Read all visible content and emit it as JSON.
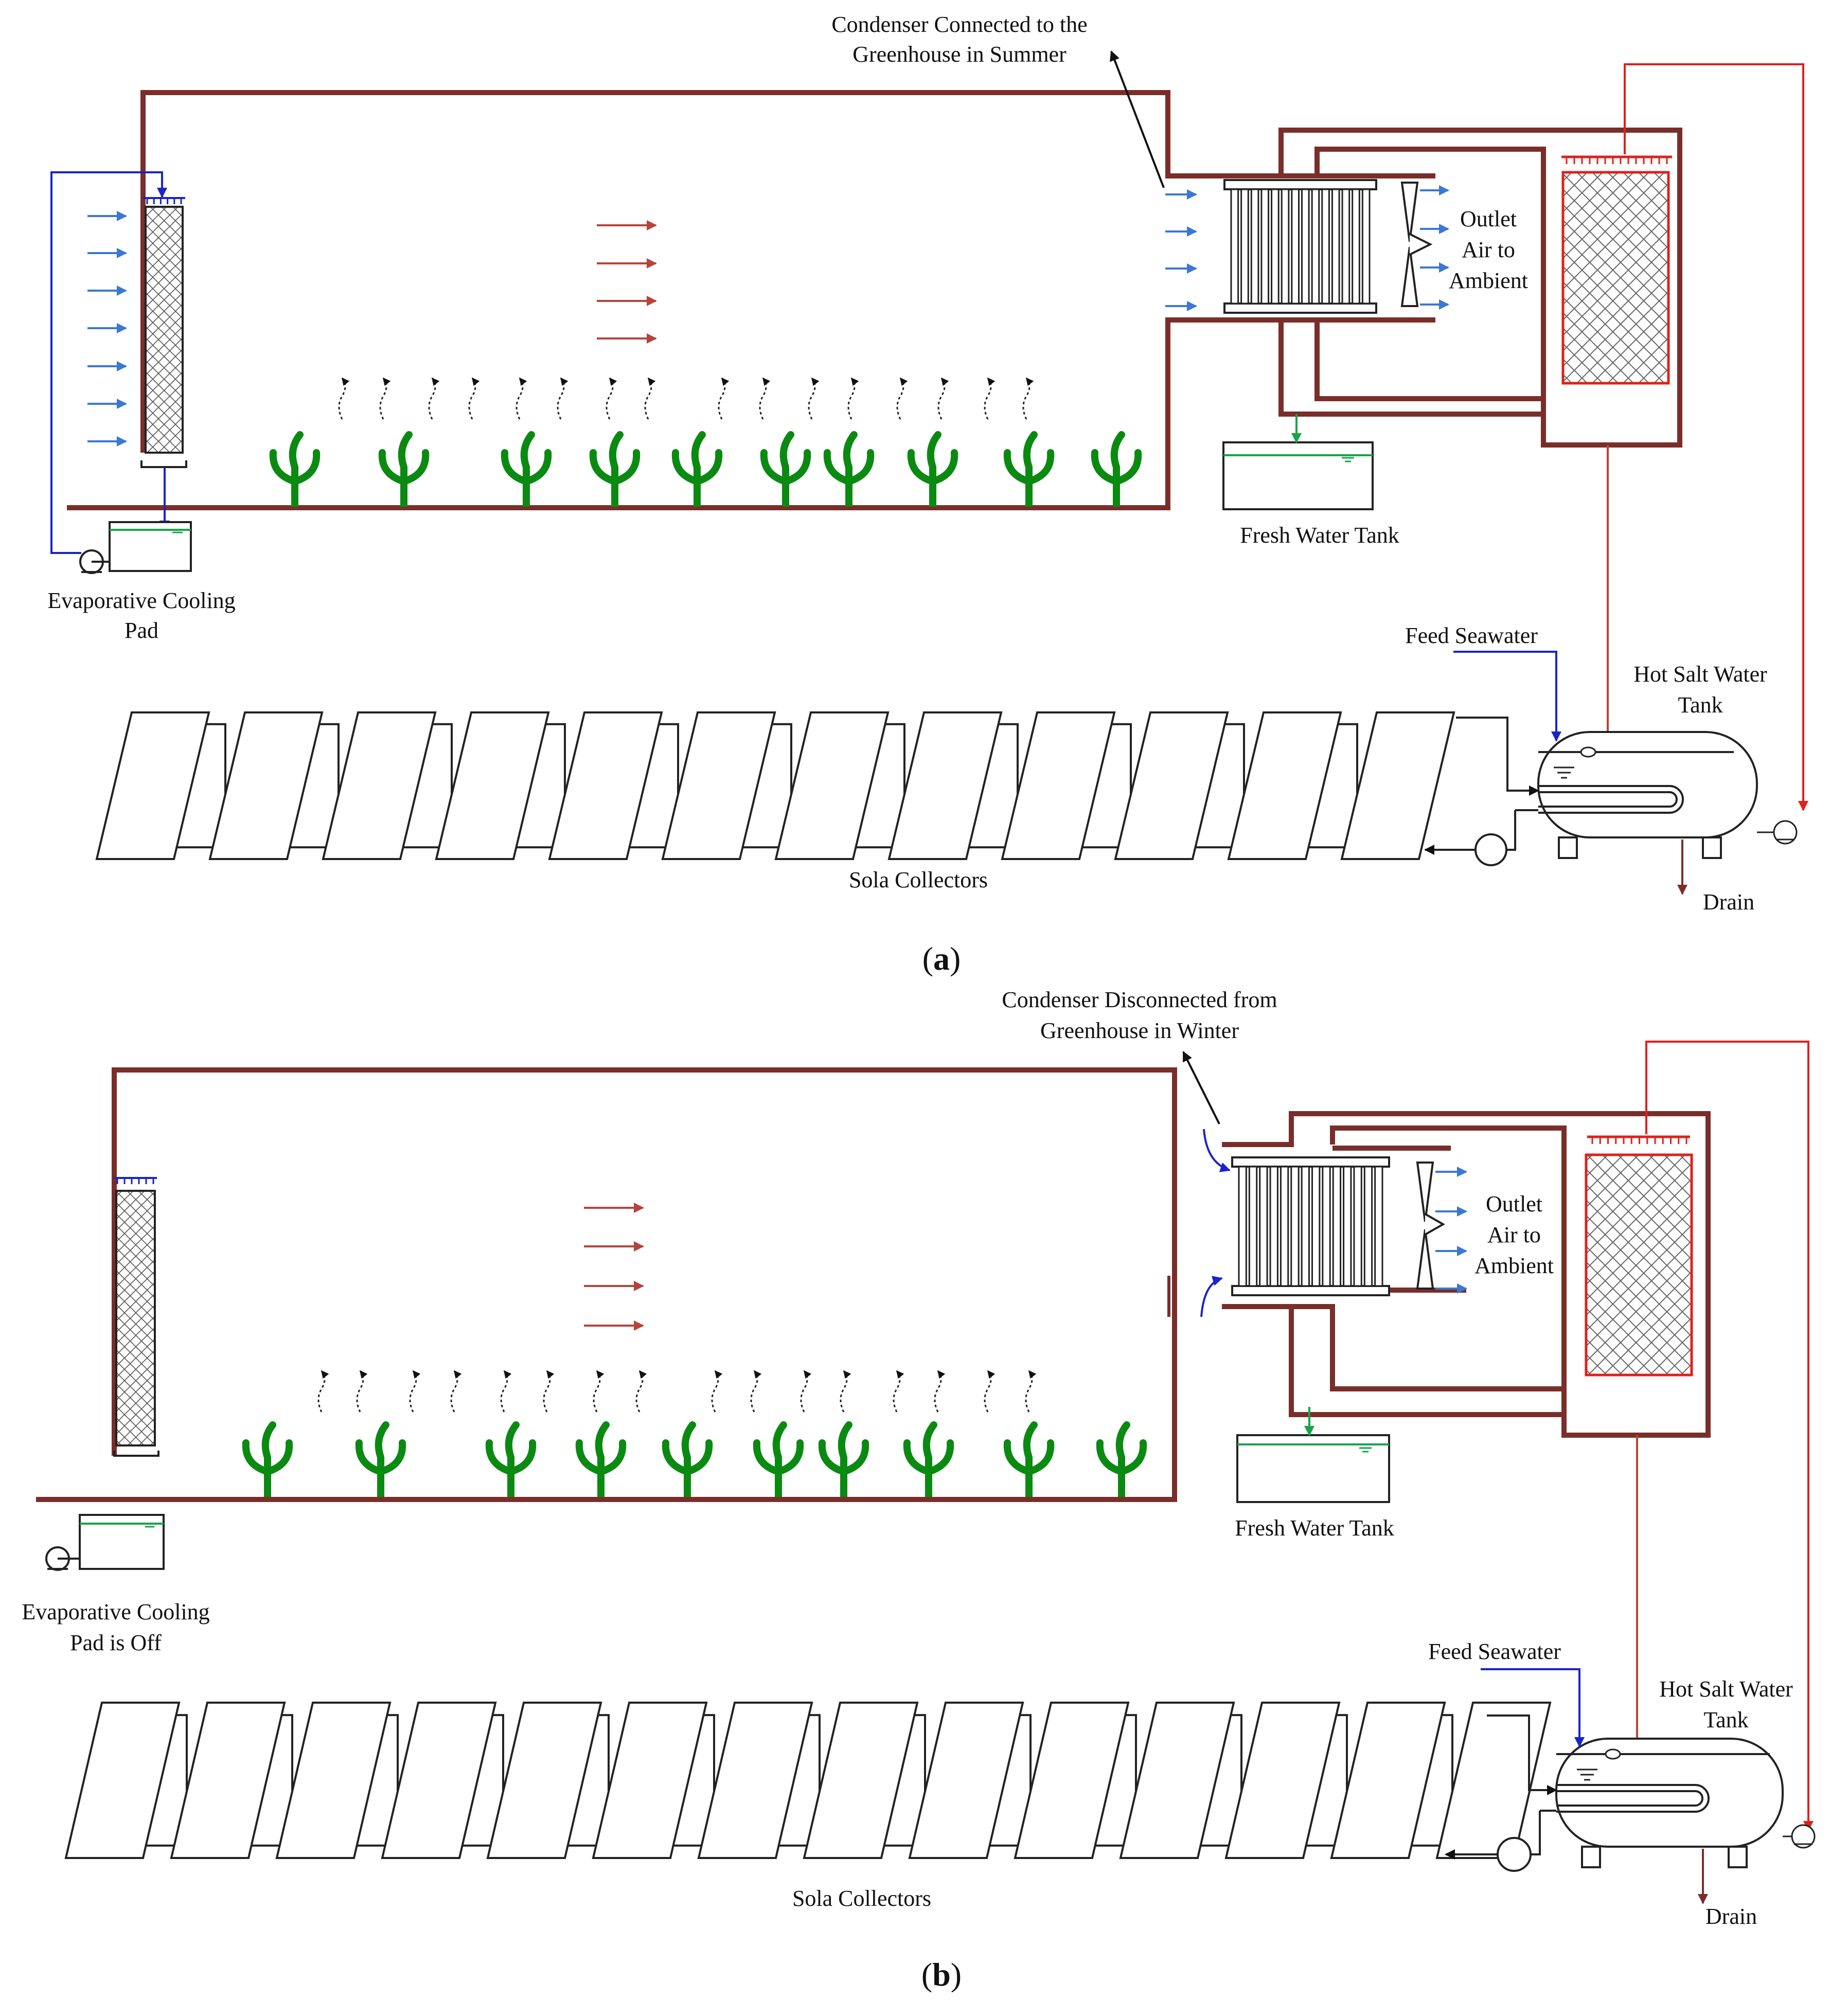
{
  "figure": {
    "panel_a": {
      "caption_open": "(",
      "caption_letter": "a",
      "caption_close": ")",
      "condenser_line1": "Condenser Connected to the",
      "condenser_line2": "Greenhouse in Summer",
      "outlet_line1": "Outlet",
      "outlet_line2": "Air to",
      "outlet_line3": "Ambient",
      "fresh_water_tank": "Fresh Water Tank",
      "pad_line1": "Evaporative Cooling",
      "pad_line2": "Pad",
      "feed_seawater": "Feed Seawater",
      "hot_tank_line1": "Hot Salt Water",
      "hot_tank_line2": "Tank",
      "collectors": "Sola Collectors",
      "drain": "Drain"
    },
    "panel_b": {
      "caption_open": "(",
      "caption_letter": "b",
      "caption_close": ")",
      "condenser_line1": "Condenser Disconnected from",
      "condenser_line2": "Greenhouse in Winter",
      "outlet_line1": "Outlet",
      "outlet_line2": "Air to",
      "outlet_line3": "Ambient",
      "fresh_water_tank": "Fresh Water Tank",
      "pad_line1": "Evaporative Cooling",
      "pad_line2": "Pad is Off",
      "feed_seawater": "Feed Seawater",
      "hot_tank_line1": "Hot Salt Water",
      "hot_tank_line2": "Tank",
      "collectors": "Sola Collectors",
      "drain": "Drain"
    },
    "colors": {
      "wall": "#7a2e2a",
      "plant": "#0b8a12",
      "air_blue": "#3a78d4",
      "hot_red": "#b5443c",
      "bright_red": "#e0201b",
      "feed_blue": "#1a24c8",
      "green_water": "#1aa34a"
    }
  }
}
